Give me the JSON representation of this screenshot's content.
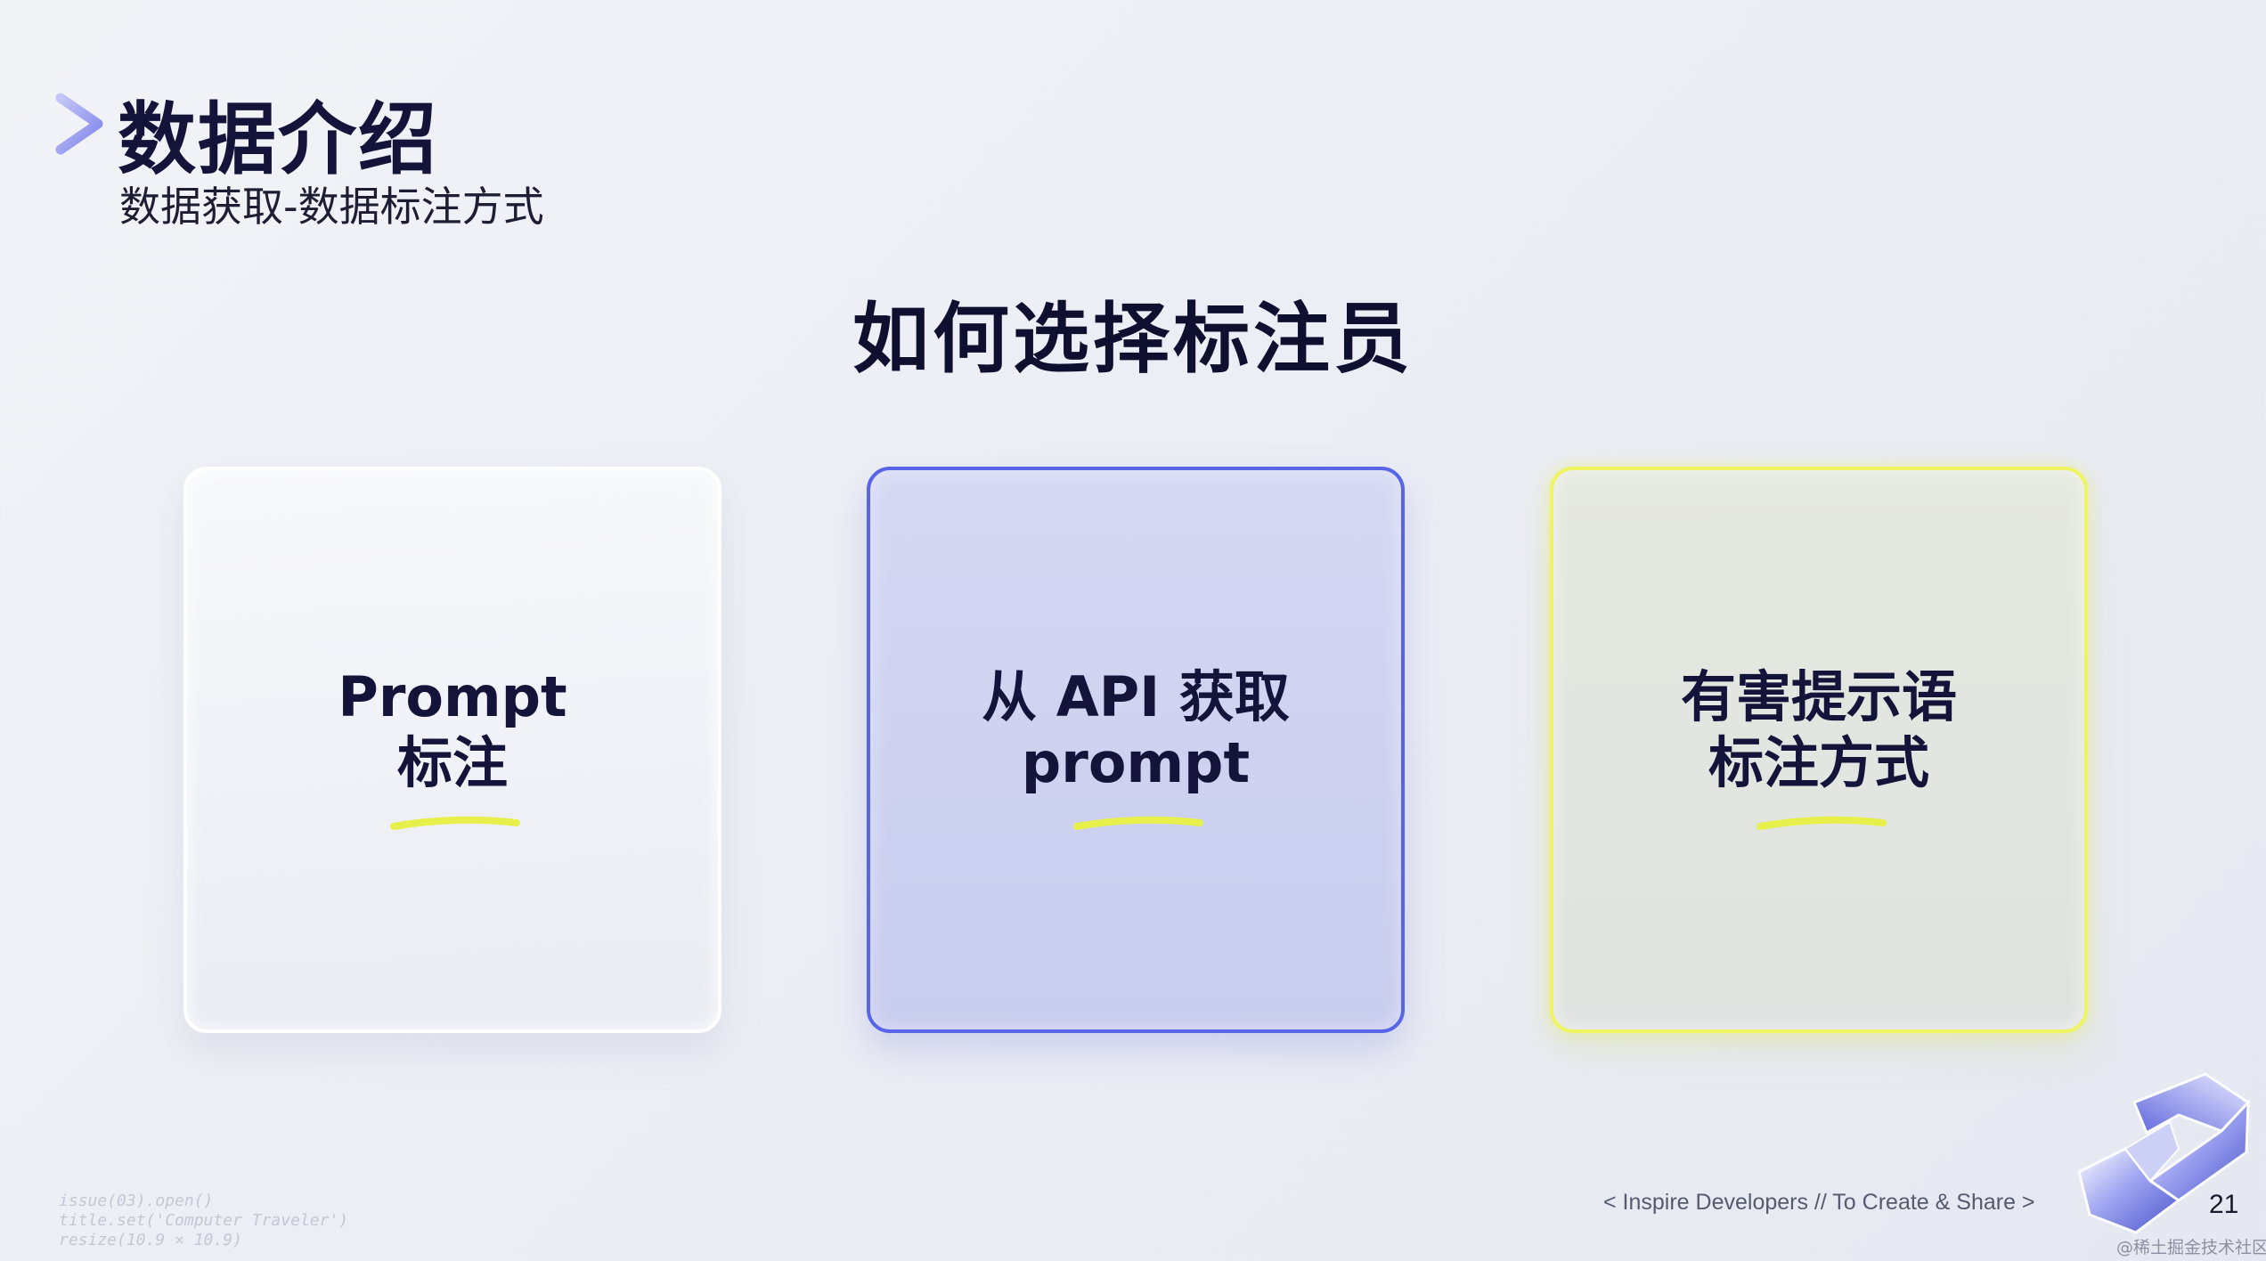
{
  "header": {
    "title": "数据介绍",
    "subtitle": "数据获取-数据标注方式"
  },
  "main": {
    "heading": "如何选择标注员",
    "cards": [
      {
        "line1": "Prompt",
        "line2": "标注",
        "border_color": "#ffffff"
      },
      {
        "line1": "从 API 获取",
        "line2": "prompt",
        "border_color": "#5865e8"
      },
      {
        "line1": "有害提示语",
        "line2": "标注方式",
        "border_color": "#eef561"
      }
    ],
    "underline_color": "#e7f04a",
    "accent_color": "#8a8ef0"
  },
  "footer": {
    "code_lines": [
      "issue(03).open()",
      "title.set('Computer Traveler')",
      "resize(10.9 × 10.9)"
    ],
    "slogan": "< Inspire Developers  //  To Create & Share >",
    "page_number": "21",
    "watermark": "@稀土掘金技术社区"
  }
}
